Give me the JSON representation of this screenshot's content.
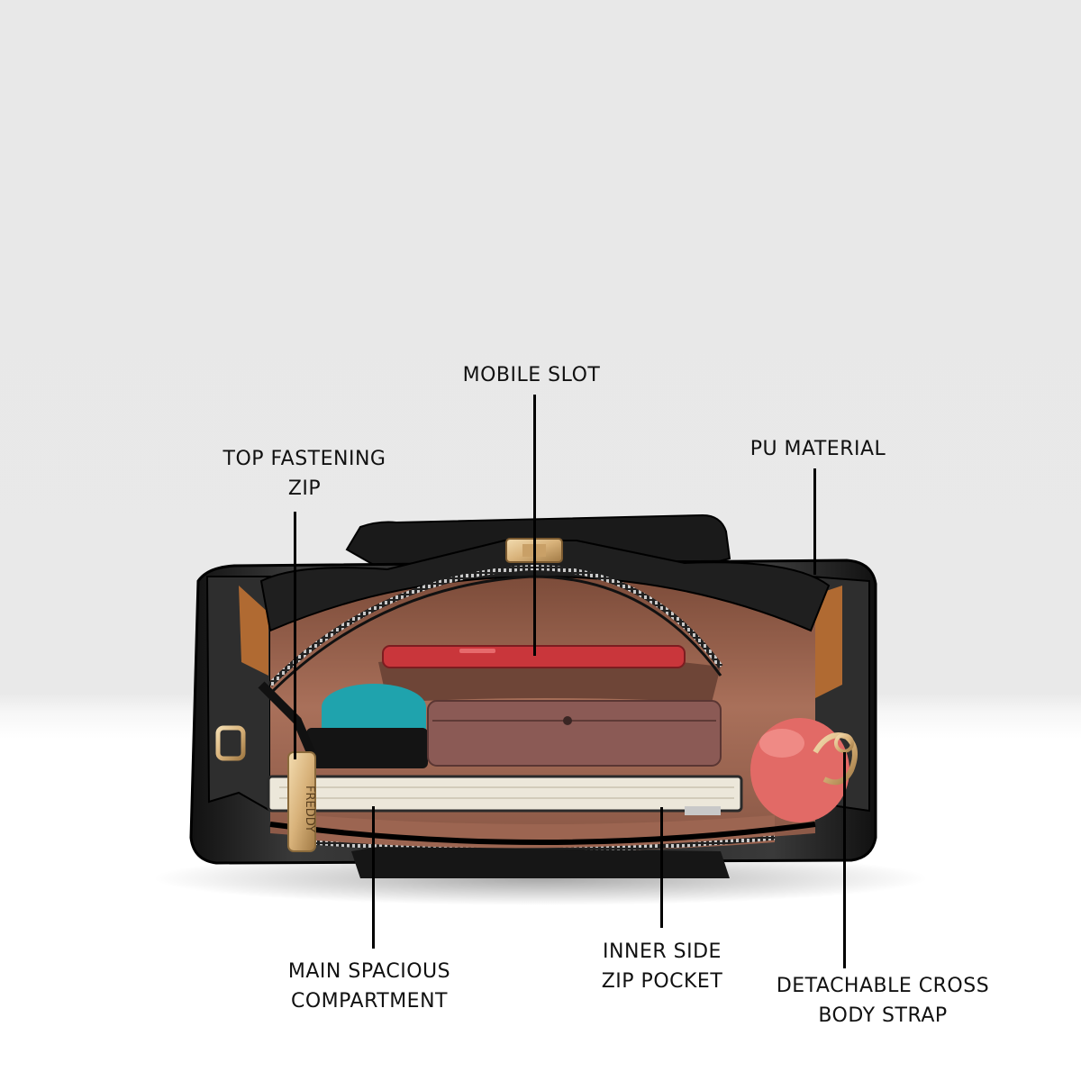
{
  "callouts": {
    "mobile_slot": {
      "line1": "MOBILE SLOT"
    },
    "top_fastening_zip": {
      "line1": "TOP FASTENING",
      "line2": "ZIP"
    },
    "pu_material": {
      "line1": "PU MATERIAL"
    },
    "main_compartment": {
      "line1": "MAIN SPACIOUS",
      "line2": "COMPARTMENT"
    },
    "inner_side_zip_pocket": {
      "line1": "INNER SIDE",
      "line2": "ZIP POCKET"
    },
    "detachable_strap": {
      "line1": "DETACHABLE CROSS",
      "line2": "BODY STRAP"
    }
  },
  "product": {
    "name": "black handbag top view",
    "zip_pull_engraving": "FREDDY"
  },
  "colors": {
    "background_top": "#e8e8e8",
    "background_bottom": "#ffffff",
    "bag_body": "#1c1c1c",
    "lining": "#a9705a",
    "phone": "#c9363b",
    "wallet": "#8b5a55",
    "teal_case": "#1fa3ad",
    "bottle": "#e26a66",
    "hardware": "#d8b27a"
  }
}
